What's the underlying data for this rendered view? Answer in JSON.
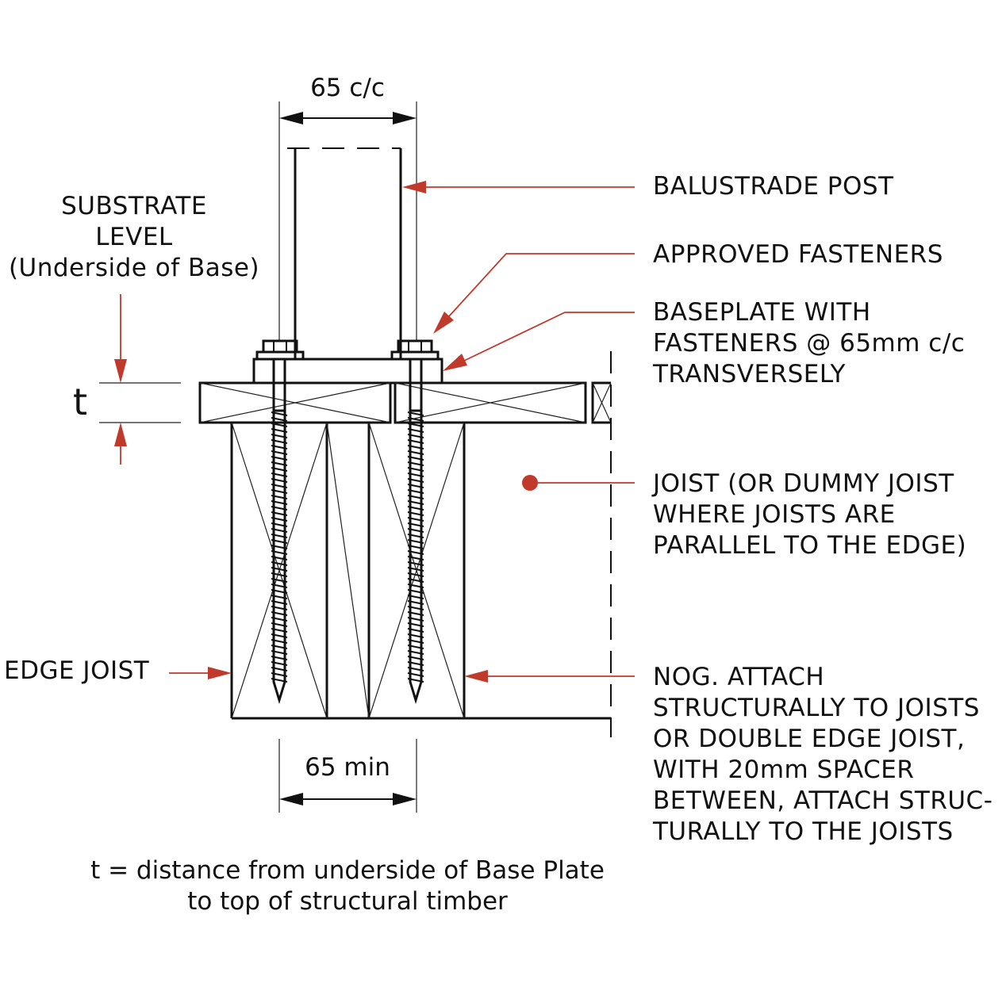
{
  "labels": {
    "post": "BALUSTRADE POST",
    "fasteners": "APPROVED FASTENERS",
    "baseplate": [
      "BASEPLATE WITH",
      "FASTENERS @ 65mm c/c",
      "TRANSVERSELY"
    ],
    "joist": [
      "JOIST (OR DUMMY JOIST",
      "WHERE JOISTS ARE",
      "PARALLEL TO THE EDGE)"
    ],
    "nog": [
      "NOG.  ATTACH",
      "STRUCTURALLY TO JOISTS",
      "OR DOUBLE EDGE JOIST,",
      "WITH 20mm SPACER",
      "BETWEEN, ATTACH STRUC-",
      "TURALLY TO THE JOISTS"
    ],
    "substrate": [
      "SUBSTRATE",
      "LEVEL",
      "(Underside of Base)"
    ],
    "edge_joist": "EDGE JOIST"
  },
  "dimensions": {
    "top": "65 c/c",
    "bottom": "65 min",
    "t": "t"
  },
  "note": [
    "t = distance from underside of Base Plate",
    "to top of structural timber"
  ],
  "colors": {
    "leader": "#c0392b",
    "line": "#111111"
  }
}
